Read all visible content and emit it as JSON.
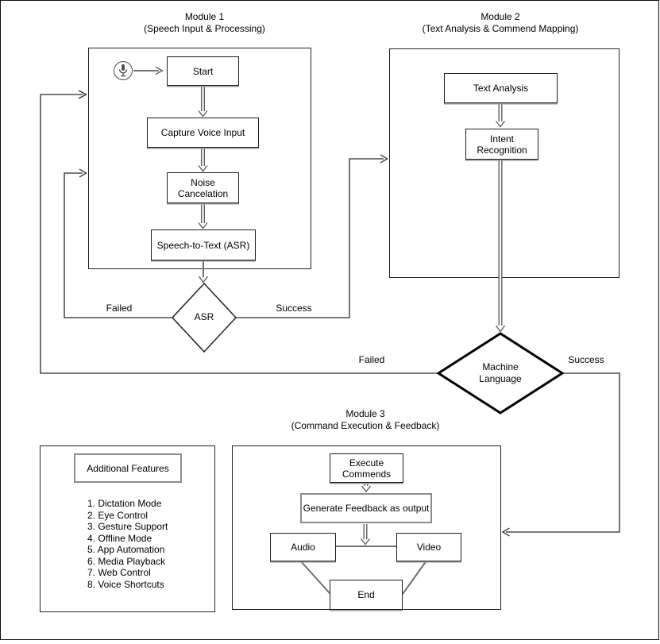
{
  "module1": {
    "title": "Module 1",
    "subtitle": "(Speech Input & Processing)",
    "start": "Start",
    "capture": "Capture Voice Input",
    "noise": "Noise Cancelation",
    "stt": "Speech-to-Text (ASR)"
  },
  "module2": {
    "title": "Module 2",
    "subtitle": "(Text Analysis & Commend Mapping)",
    "text_analysis": "Text Analysis",
    "intent": "Intent Recognition"
  },
  "module3": {
    "title": "Module 3",
    "subtitle": "(Command Execution & Feedback)",
    "execute": "Execute Commends",
    "feedback": "Generate Feedback as output",
    "audio": "Audio",
    "video": "Video",
    "end": "End"
  },
  "asr_decision": {
    "label": "ASR",
    "failed": "Failed",
    "success": "Success"
  },
  "ml_decision": {
    "label": "Machine Language",
    "failed": "Failed",
    "success": "Success"
  },
  "features": {
    "title": "Additional Features",
    "items": [
      "1. Dictation Mode",
      "2. Eye Control",
      "3. Gesture Support",
      "4. Offline Mode",
      "5. App Automation",
      "6. Media Playback",
      "7. Web Control",
      "8. Voice Shortcuts"
    ]
  },
  "icons": {
    "microphone": "mic-in-circle"
  },
  "colors": {
    "background": "#ffffff",
    "line": "#2a2a2a",
    "link_arrow": "#5f5f5f",
    "box_border": "#1d1d1d",
    "gray_border": "#8c8c8c"
  }
}
